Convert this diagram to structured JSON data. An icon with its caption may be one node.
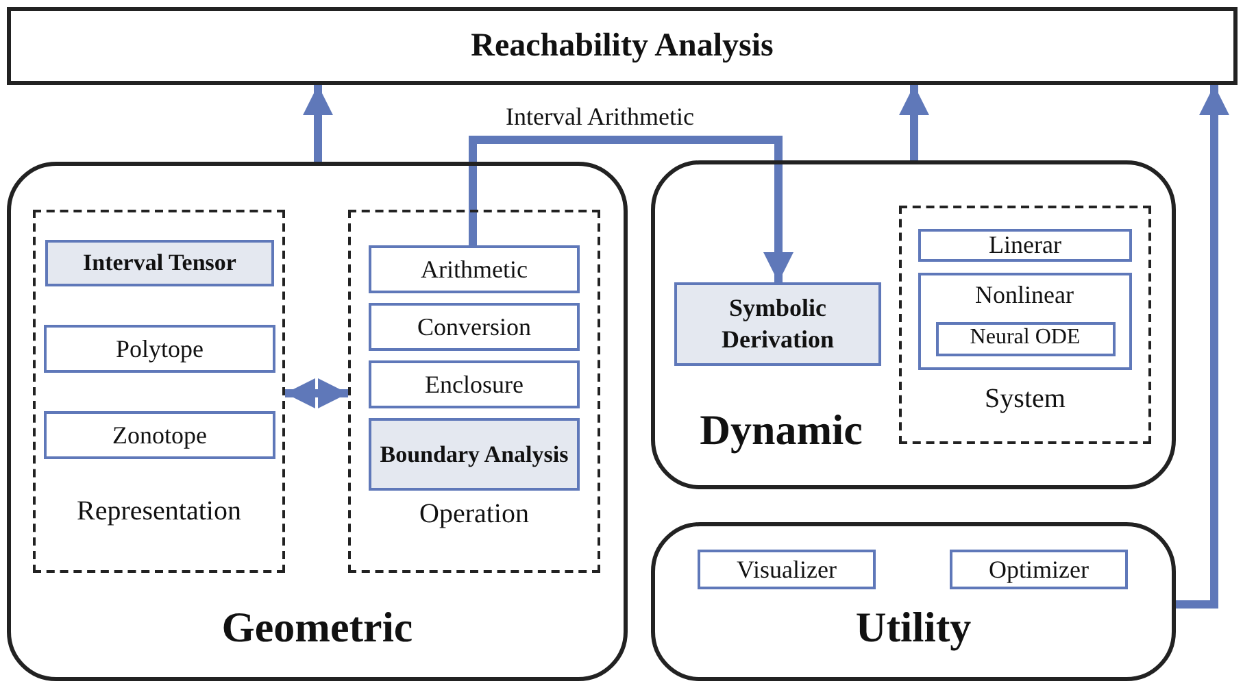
{
  "diagram": {
    "nodes": [
      {
        "text": [
          "Reachability Analysis"
        ]
      },
      {
        "text": [
          "Geometric"
        ]
      },
      {
        "text": [
          "Representation"
        ],
        "in": 1
      },
      {
        "text": [
          "Interval Tensor"
        ],
        "in": 2
      },
      {
        "text": [
          "Polytope"
        ],
        "in": 2
      },
      {
        "text": [
          "Zonotope"
        ],
        "in": 2
      },
      {
        "text": [
          "Operation"
        ],
        "in": 1
      },
      {
        "text": [
          "Arithmetic"
        ],
        "in": 6
      },
      {
        "text": [
          "Conversion"
        ],
        "in": 6
      },
      {
        "text": [
          "Enclosure"
        ],
        "in": 6
      },
      {
        "text": [
          "Boundary Analysis"
        ],
        "in": 6
      },
      {
        "text": [
          "Dynamic"
        ]
      },
      {
        "text": [
          "Symbolic Derivation"
        ],
        "in": 11
      },
      {
        "text": [
          "System"
        ],
        "in": 11
      },
      {
        "text": [
          "Linerar"
        ],
        "in": 13
      },
      {
        "text": [
          "Nonlinear"
        ],
        "in": 13
      },
      {
        "text": [
          "Neural ODE"
        ],
        "in": 15
      },
      {
        "text": [
          "Utility"
        ]
      },
      {
        "text": [
          "Visualizer"
        ],
        "in": 17
      },
      {
        "text": [
          "Optimizer"
        ],
        "in": 17
      }
    ],
    "edges": [
      {
        "from": 1,
        "to": 0,
        "arrow": "to"
      },
      {
        "from": 11,
        "to": 0,
        "arrow": "to"
      },
      {
        "from": 17,
        "to": 0,
        "arrow": "to"
      },
      {
        "from": 7,
        "to": 12,
        "arrow": "to",
        "label": "Interval Arithmetic"
      },
      {
        "from": 2,
        "to": 6,
        "arrow": "both"
      }
    ]
  }
}
